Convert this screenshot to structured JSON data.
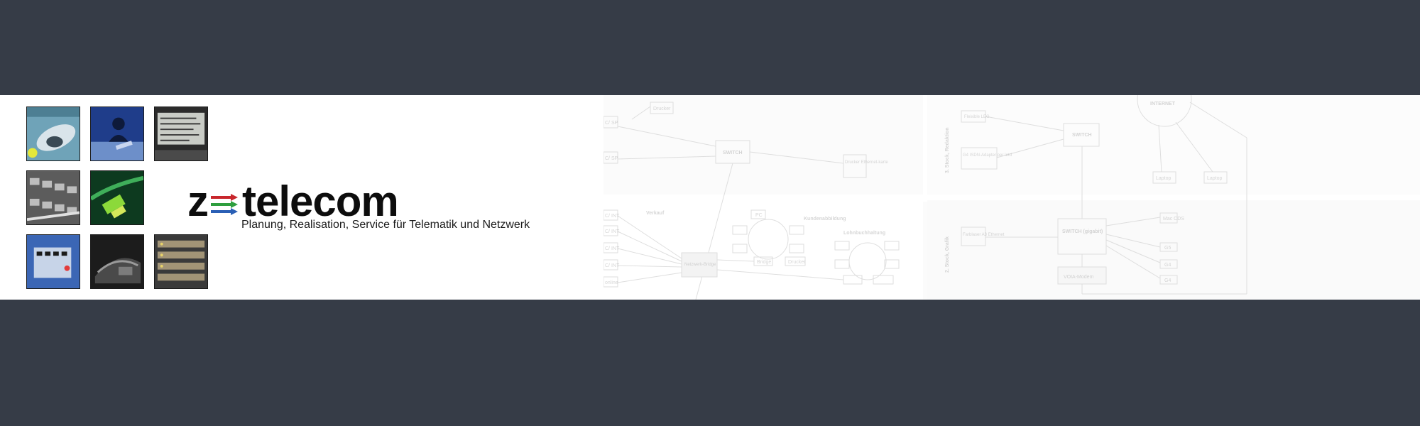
{
  "logo": {
    "prefix": "z",
    "word": "telecom",
    "arrow_colors": [
      "#c8262c",
      "#2e9e3e",
      "#2a5fb5"
    ]
  },
  "tagline": "Planung, Realisation, Service für Telematik und Netzwerk",
  "thumbnails": [
    {
      "name": "thumb-telephone-handset"
    },
    {
      "name": "thumb-person-office"
    },
    {
      "name": "thumb-lcd-display"
    },
    {
      "name": "thumb-network-patch-panel"
    },
    {
      "name": "thumb-fiber-connector"
    },
    {
      "name": "thumb-din-rail-module"
    },
    {
      "name": "thumb-telephone-desk"
    },
    {
      "name": "thumb-server-rack"
    }
  ],
  "diagram": {
    "labels": {
      "cisp1": "C/ SP",
      "cisp2": "C/ SP",
      "drucker1": "Drucker",
      "switch1": "SWITCH",
      "drucker_eth": "Drucker Ethernet-karte",
      "cint1": "C/ INT",
      "cint2": "C/ INT",
      "cint3": "C/ INT",
      "cint4": "C/ INT",
      "online": "online",
      "verkauf": "Verkauf",
      "router": "Netzwerk-Bridge",
      "kundenabbildung": "Kundenabbildung",
      "lohnbuchhaltung": "Lohnbuchhaltung",
      "pc": "PC",
      "bridge": "Bridge",
      "drucker": "Drucker",
      "floor3": "3. Stock, Redaktion",
      "floor2": "2. Stock, Grafik",
      "flow": "Fleixible LEG",
      "isdn": "G4 ISDN-Adapter per Intd",
      "switch2": "SWITCH",
      "internet": "INTERNET",
      "laptop1": "Laptop",
      "laptop2": "Laptop",
      "switch3": "SWITCH (gigabit)",
      "farblaser": "Farblaser A3 Ethernet",
      "voip": "VOIA-Modem",
      "mac": "Mac CDS",
      "g5": "G5",
      "g4": "G4",
      "g4b": "G4"
    }
  }
}
